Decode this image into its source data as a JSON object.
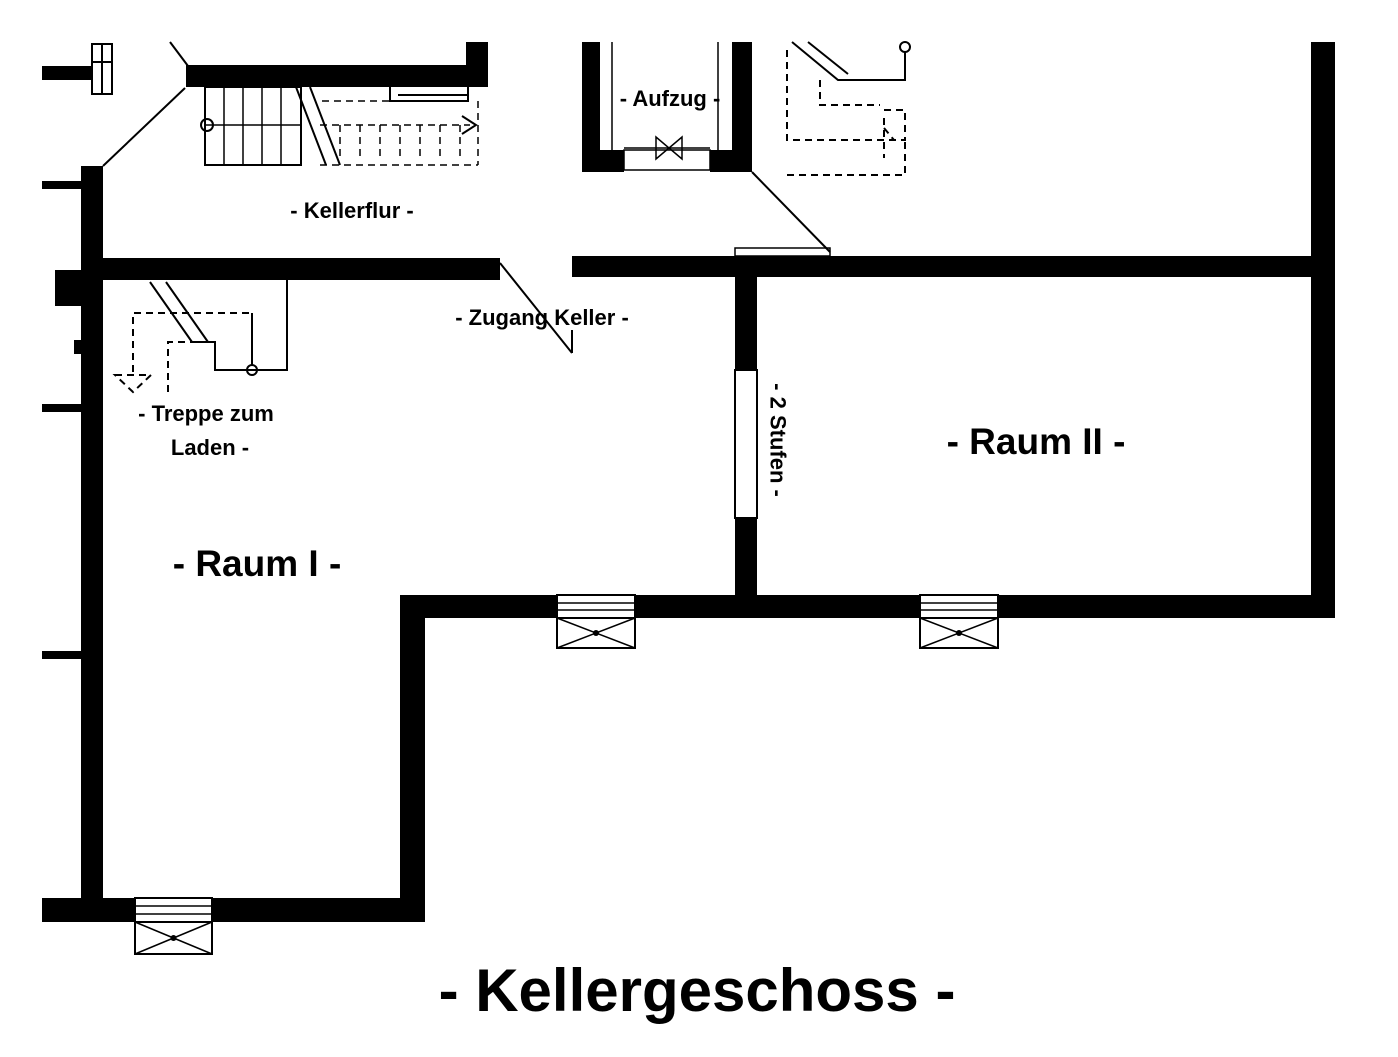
{
  "plan_title": "- Kellergeschoss -",
  "rooms": {
    "raum_1": "- Raum I -",
    "raum_2": "- Raum II -",
    "kellerflur": "- Kellerflur -",
    "aufzug": "- Aufzug -"
  },
  "annotations": {
    "zugang_keller": "- Zugang Keller -",
    "treppe_line_1": "- Treppe zum",
    "treppe_line_2": "Laden -",
    "stufen": "- 2 Stufen -"
  },
  "colors": {
    "lines": "#000000",
    "background": "#ffffff"
  }
}
